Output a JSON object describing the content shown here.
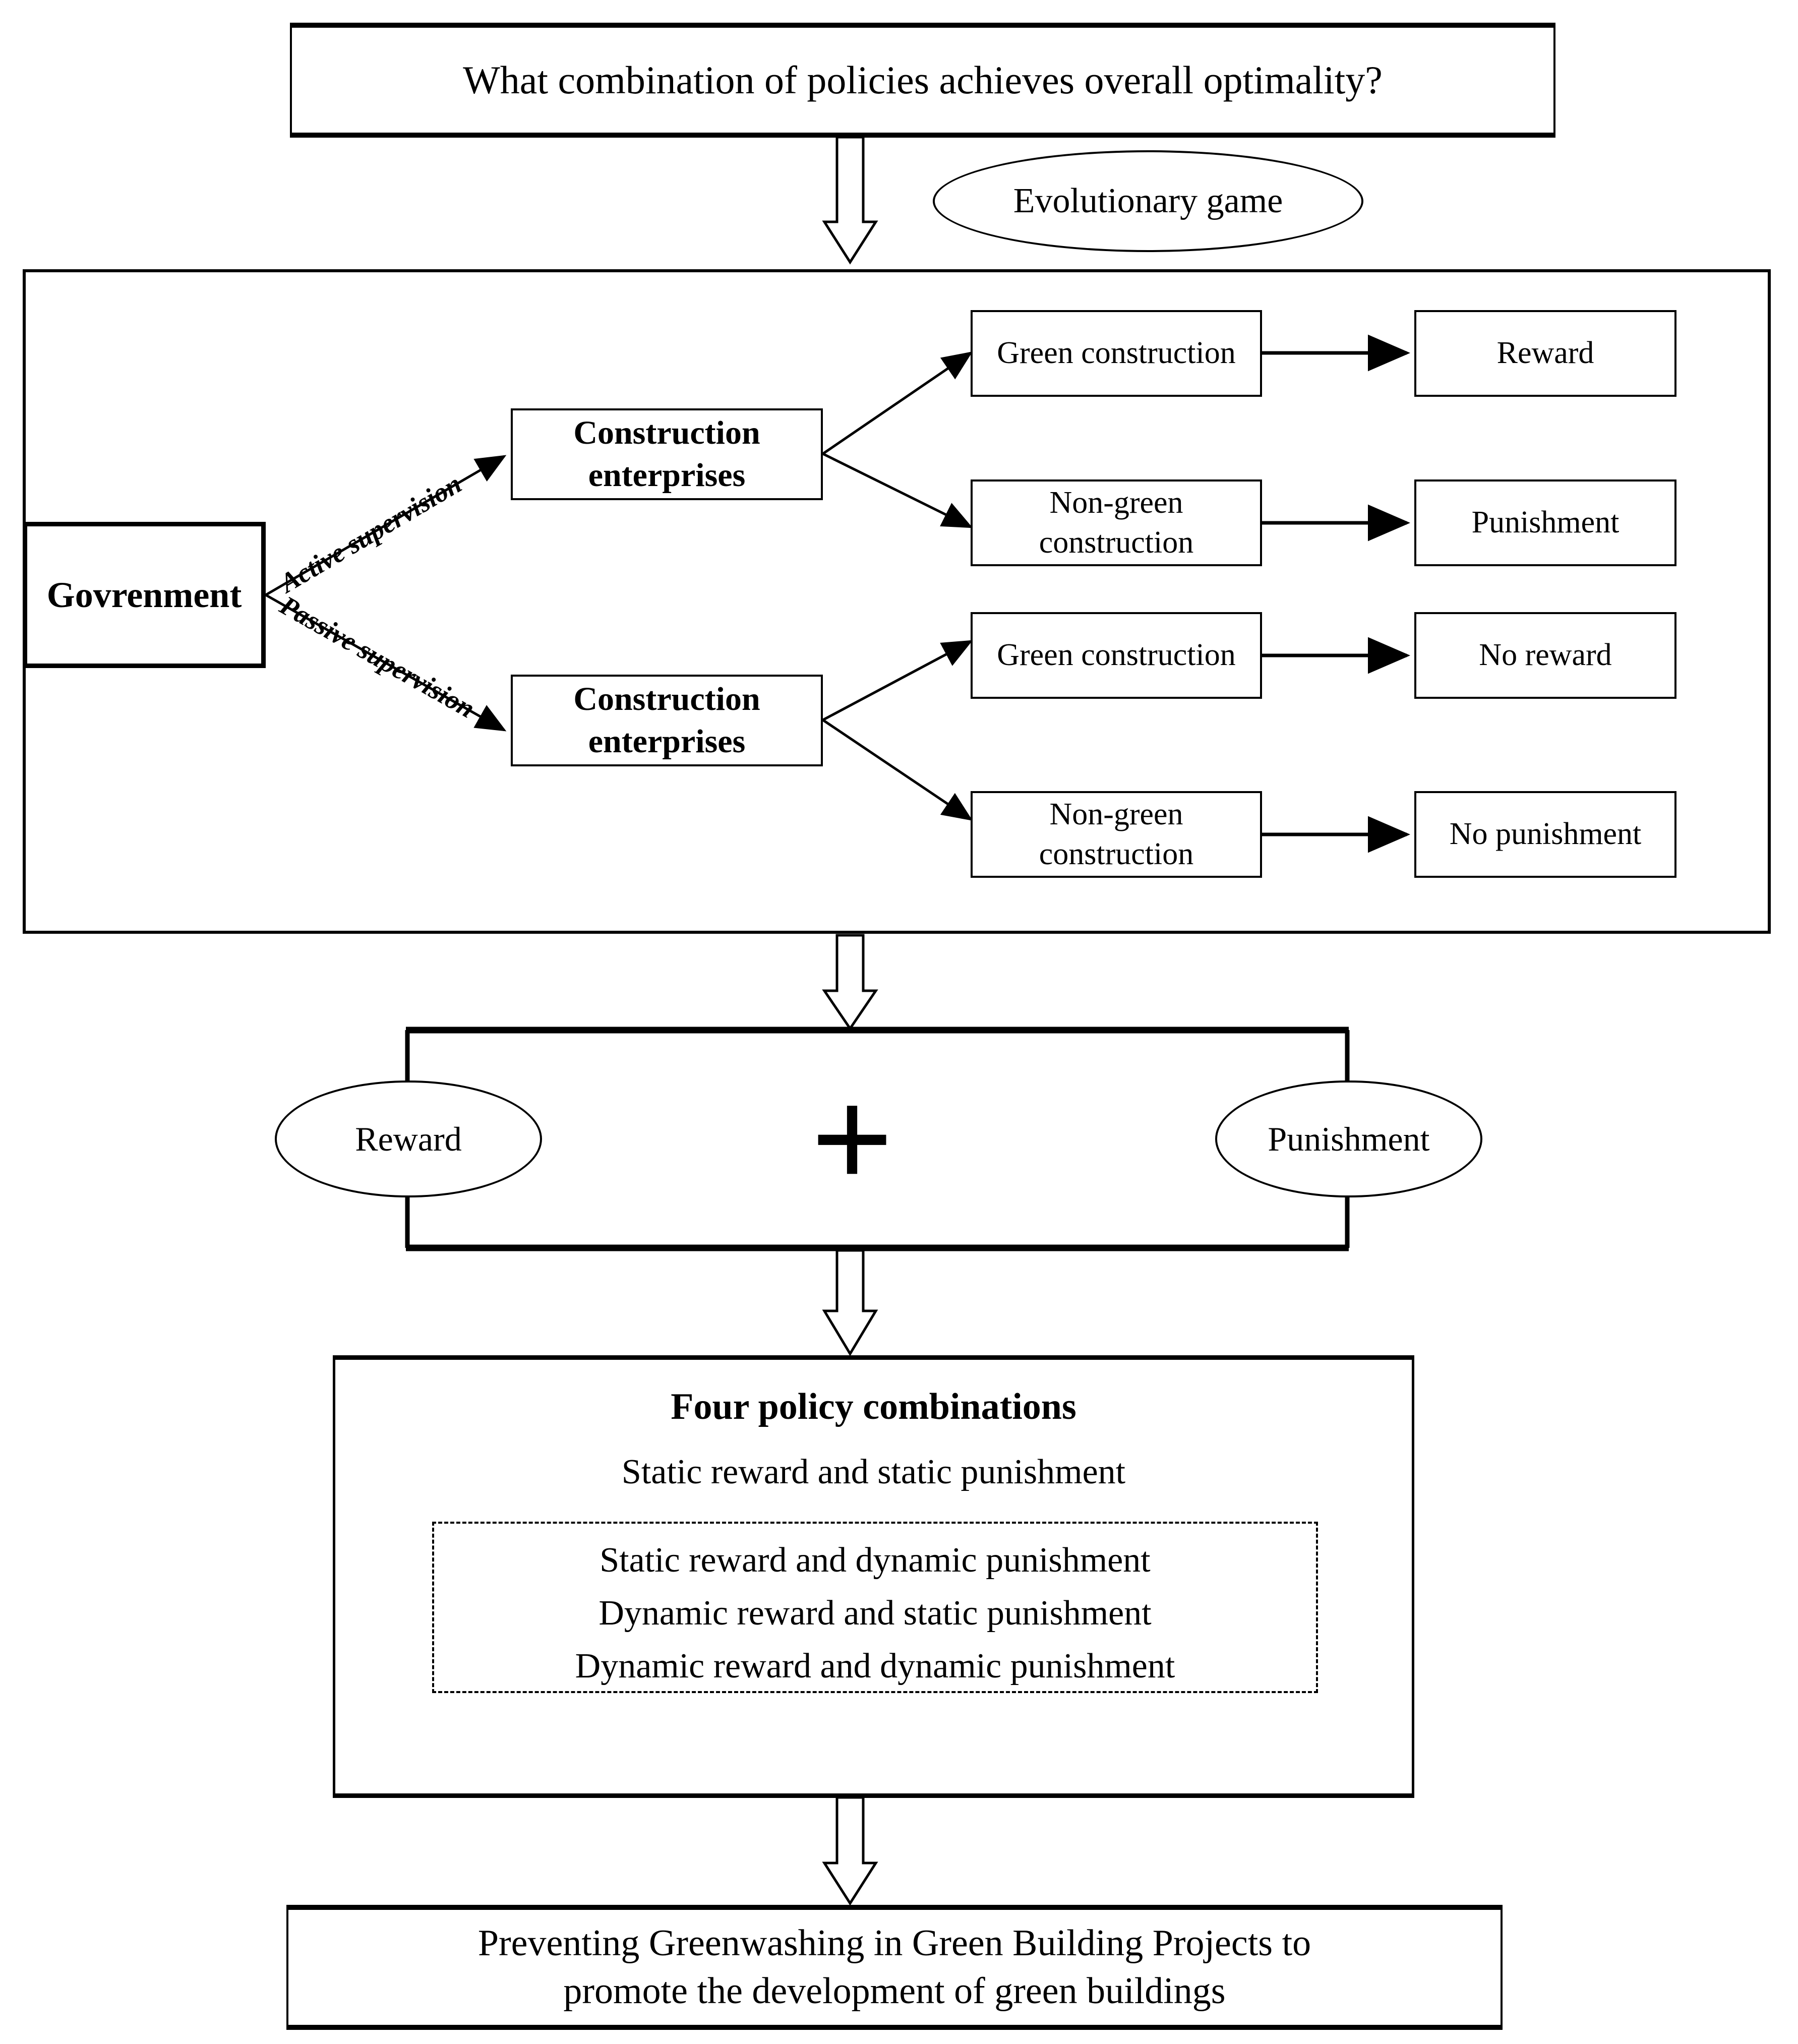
{
  "diagram": {
    "title_question": "What combination of policies achieves overall optimality?",
    "method_bubble": "Evolutionary game",
    "game_tree": {
      "player_government": "Govrenment",
      "branch_labels": {
        "active": "Active supervision",
        "passive": "Passive supervision"
      },
      "enterprise_active": "Construction enterprises",
      "enterprise_passive": "Construction enterprises",
      "outcomes": [
        {
          "action": "Green construction",
          "result": "Reward"
        },
        {
          "action": "Non-green construction",
          "result": "Punishment"
        },
        {
          "action": "Green construction",
          "result": "No reward"
        },
        {
          "action": "Non-green construction",
          "result": "No punishment"
        }
      ]
    },
    "instrument_block": {
      "left_bubble": "Reward",
      "operator": "+",
      "right_bubble": "Punishment"
    },
    "combinations_block": {
      "heading": "Four policy combinations",
      "first_item": "Static reward and static punishment",
      "dashed_items": [
        "Static reward and dynamic punishment",
        "Dynamic reward and static punishment",
        "Dynamic reward and dynamic punishment"
      ]
    },
    "conclusion": {
      "line1": "Preventing Greenwashing in Green Building Projects to",
      "line2": "promote the development of green buildings"
    },
    "colors": {
      "stroke": "#000000",
      "fill": "#ffffff"
    }
  }
}
